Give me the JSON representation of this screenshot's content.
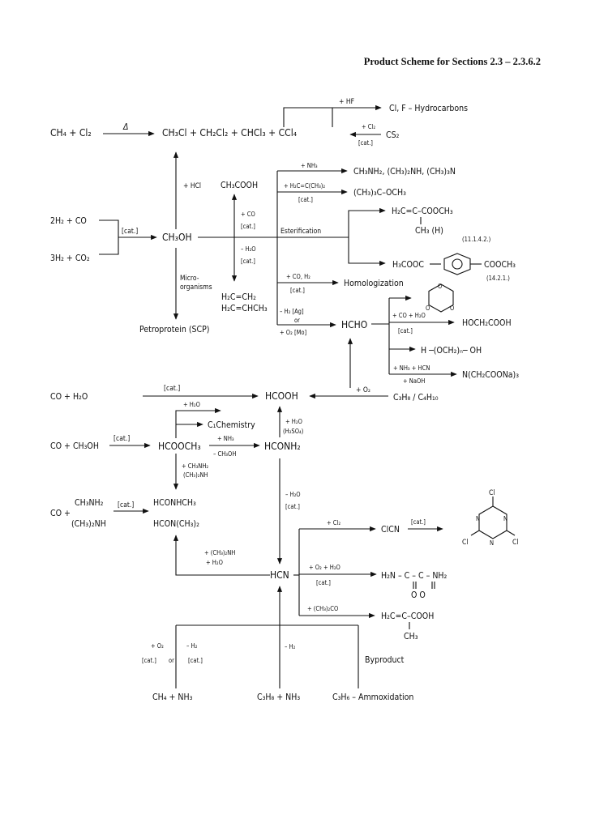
{
  "title": "Product Scheme for Sections 2.3 – 2.3.6.2",
  "row1": {
    "reactants": "CH₄ + Cl₂",
    "heat": "Δ",
    "products": "CH₃Cl + CH₂Cl₂ + CHCl₃ + CCl₄",
    "hf": "+ HF",
    "fluoro": "Cl, F – Hydrocarbons",
    "cl2": "+ Cl₂",
    "cat": "[cat.]",
    "cs2": "CS₂"
  },
  "methanol": {
    "hcl": "+ HCl",
    "syngas1": "2H₂ + CO",
    "syngas2": "3H₂ + CO₂",
    "cat": "[cat.]",
    "ch3oh": "CH₃OH",
    "micro1": "Micro-",
    "micro2": "organisms",
    "scp": "Petroprotein (SCP)",
    "acetic": "CH₃COOH",
    "co": "+ CO",
    "cat2": "[cat.]",
    "h2o": "– H₂O",
    "cat3": "[cat.]",
    "ethylene": "H₂C=CH₂",
    "propylene": "H₂C=CHCH₃"
  },
  "branches": {
    "nh3": "+ NH₃",
    "amines": "CH₃NH₂, (CH₃)₂NH, (CH₃)₃N",
    "isobutene": "+ H₂C=C(CH₃)₂",
    "cat": "[cat.]",
    "mtbe": "(CH₃)₃C–OCH₃",
    "esterification": "Esterification",
    "mma": "H₂C=C–COOCH₃",
    "mma_sub": "CH₃ (H)",
    "mma_ref": "(11.1.4.2.)",
    "dmt_left": "H₃COOC",
    "dmt_right": "COOCH₃",
    "dmt_ref": "(14.2.1.)",
    "coh2": "+ CO, H₂",
    "cat2": "[cat.]",
    "homolog": "Homologization",
    "h2ag": "– H₂ [Ag]",
    "or": "or",
    "o2mo": "+ O₂ [Mo]",
    "hcho": "HCHO"
  },
  "hcho_products": {
    "coh2o": "+ CO + H₂O",
    "cat": "[cat.]",
    "glycolic": "HOCH₂COOH",
    "pom": "H ─(OCH₂)ₙ─ OH",
    "nh3hcn": "+ NH₃ + HCN",
    "naoh": "+ NaOH",
    "nta": "N(CH₂COONa)₃"
  },
  "formic": {
    "coh2o": "CO + H₂O",
    "cat": "[cat.]",
    "hcooh": "HCOOH",
    "o2": "+ O₂",
    "c3c4": "C₃H₈ / C₄H₁₀",
    "h2o_top": "+ H₂O",
    "c1chem": "C₁Chemistry",
    "nh3": "+ NH₃",
    "mf_cat": "[cat.]",
    "co_meoh": "CO + CH₃OH",
    "hcooch3": "HCOOCH₃",
    "minus_meoh": "– CH₃OH",
    "hconh2": "HCONH₂",
    "h2o_up": "+ H₂O",
    "h2so4": "(H₂SO₄)",
    "amines_add1": "+ CH₃NH₂",
    "amines_add2": "(CH₃)₂NH",
    "co_plus": "CO +",
    "ch3nh2": "CH₃NH₂",
    "me2nh": "(CH₃)₂NH",
    "cat2": "[cat.]",
    "nmf": "HCONHCH₃",
    "dmf": "HCON(CH₃)₂",
    "minus_h2o": "– H₂O",
    "cat3": "[cat.]",
    "me2nh_add": "+ (CH₃)₂NH",
    "h2o_add": "+ H₂O"
  },
  "hcn": {
    "hcn": "HCN",
    "cl2": "+ Cl₂",
    "clcn": "ClCN",
    "cat": "[cat.]",
    "cl": "Cl",
    "n": "N",
    "o2h2o": "+ O₂ + H₂O",
    "cat2": "[cat.]",
    "oxamide_top": "H₂N – C – C – NH₂",
    "oxamide_o": "O     O",
    "acetone": "+ (CH₃)₂CO",
    "maa": "H₂C=C–COOH",
    "maa_sub": "CH₃",
    "o2": "+ O₂",
    "minus_h2": "– H₂",
    "cat3": "[cat.]",
    "or": "or",
    "cat4": "[cat.]",
    "minus_h2_mid": "– H₂",
    "byproduct": "Byproduct",
    "ch4nh3": "CH₄ + NH₃",
    "c3h8nh3": "C₃H₈ + NH₃",
    "ammox": "C₃H₆ – Ammoxidation"
  }
}
